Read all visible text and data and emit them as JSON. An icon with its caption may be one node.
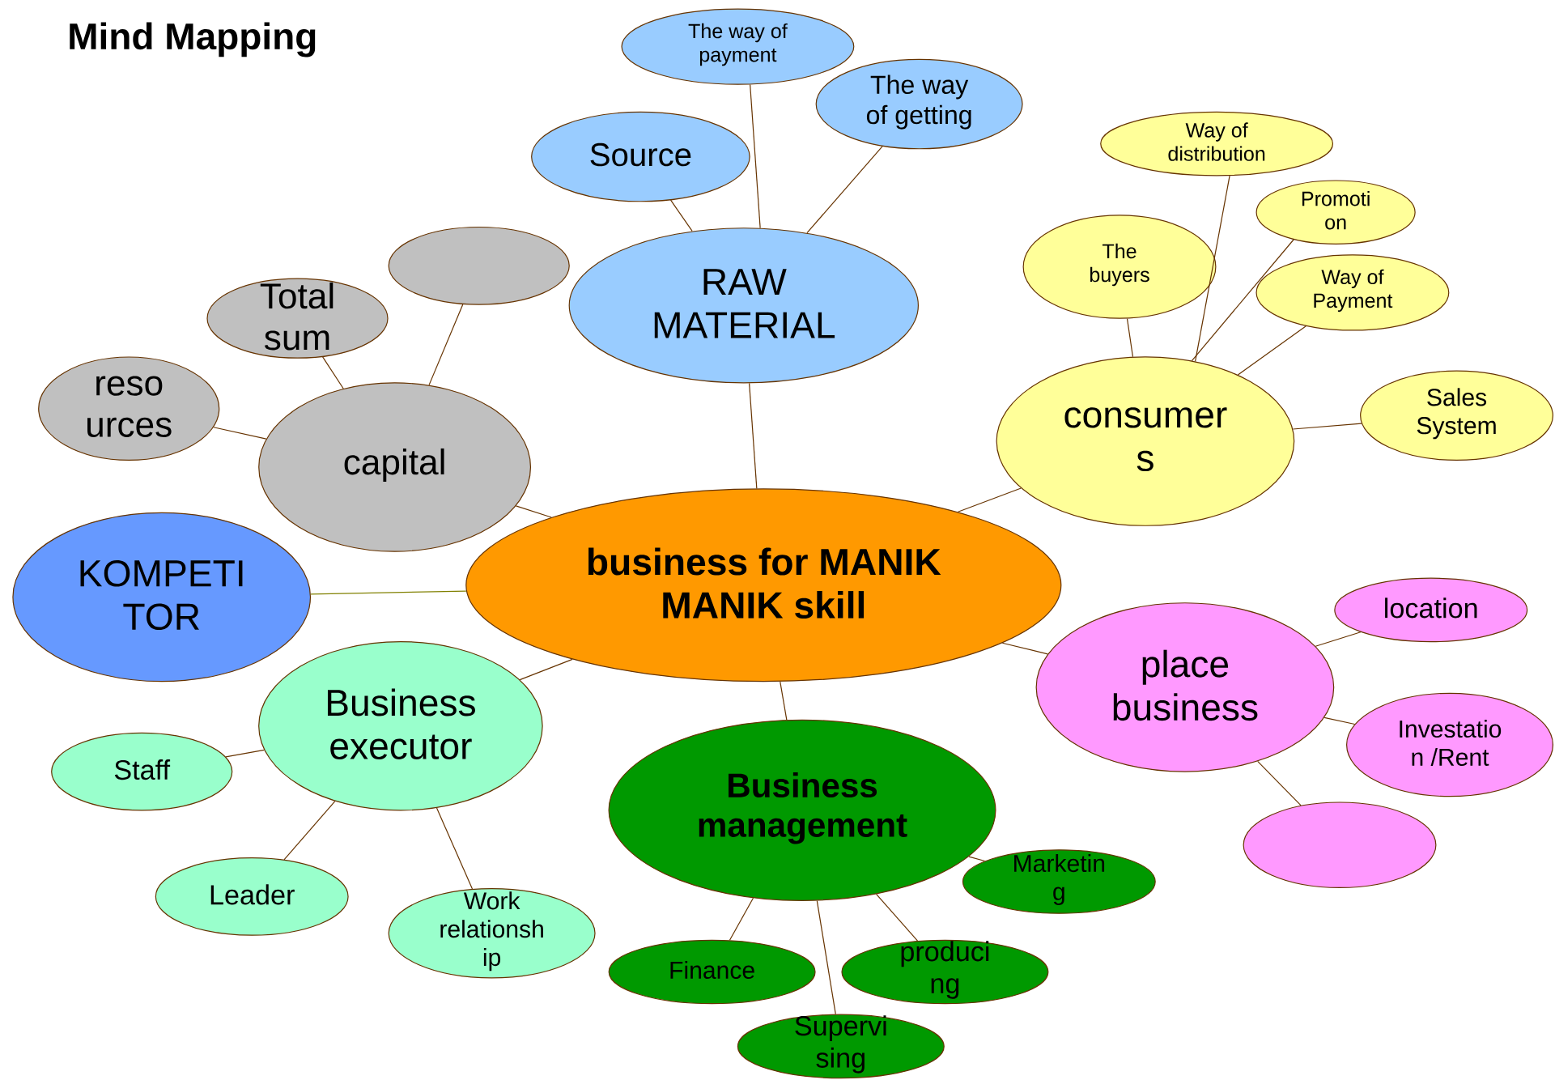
{
  "diagram": {
    "title": "Mind Mapping",
    "nodes": [
      {
        "text": [
          "business for MANIK MANIK skill"
        ]
      },
      {
        "text": [
          "RAW MATERIAL"
        ]
      },
      {
        "text": [
          "Source"
        ]
      },
      {
        "text": [
          "The way of payment"
        ]
      },
      {
        "text": [
          "The way of getting"
        ]
      },
      {
        "text": [
          "capital"
        ]
      },
      {
        "text": [
          "Total sum"
        ]
      },
      {
        "text": [],
        "shape": "ellipse"
      },
      {
        "text": [
          "reso urces"
        ]
      },
      {
        "text": [
          "consumer s"
        ]
      },
      {
        "text": [
          "The buyers"
        ]
      },
      {
        "text": [
          "Way of distribution"
        ]
      },
      {
        "text": [
          "Promoti on"
        ]
      },
      {
        "text": [
          "Way of Payment"
        ]
      },
      {
        "text": [
          "Sales System"
        ]
      },
      {
        "text": [
          "KOMPETI TOR"
        ]
      },
      {
        "text": [
          "Business executor"
        ]
      },
      {
        "text": [
          "Staff"
        ]
      },
      {
        "text": [
          "Leader"
        ]
      },
      {
        "text": [
          "Work relationsh ip"
        ]
      },
      {
        "text": [
          "place business"
        ]
      },
      {
        "text": [
          "location"
        ]
      },
      {
        "text": [
          "Investatio n /Rent"
        ]
      },
      {
        "text": [],
        "shape": "ellipse"
      },
      {
        "text": [
          "Business management"
        ]
      },
      {
        "text": [
          "Marketin g"
        ]
      },
      {
        "text": [
          "Finance"
        ]
      },
      {
        "text": [
          "produci ng"
        ]
      },
      {
        "text": [
          "Supervi sing"
        ]
      }
    ],
    "edges": [
      {
        "from": 0,
        "to": 1,
        "arrow": "none"
      },
      {
        "from": 1,
        "to": 2,
        "arrow": "none"
      },
      {
        "from": 1,
        "to": 3,
        "arrow": "none"
      },
      {
        "from": 1,
        "to": 4,
        "arrow": "none"
      },
      {
        "from": 0,
        "to": 5,
        "arrow": "none"
      },
      {
        "from": 5,
        "to": 6,
        "arrow": "none"
      },
      {
        "from": 5,
        "to": 7,
        "arrow": "none"
      },
      {
        "from": 5,
        "to": 8,
        "arrow": "none"
      },
      {
        "from": 0,
        "to": 9,
        "arrow": "none"
      },
      {
        "from": 9,
        "to": 10,
        "arrow": "none"
      },
      {
        "from": 9,
        "to": 11,
        "arrow": "none"
      },
      {
        "from": 9,
        "to": 12,
        "arrow": "none"
      },
      {
        "from": 9,
        "to": 13,
        "arrow": "none"
      },
      {
        "from": 9,
        "to": 14,
        "arrow": "none"
      },
      {
        "from": 0,
        "to": 15,
        "arrow": "none",
        "color": "#808000"
      },
      {
        "from": 0,
        "to": 16,
        "arrow": "none"
      },
      {
        "from": 16,
        "to": 17,
        "arrow": "none"
      },
      {
        "from": 16,
        "to": 18,
        "arrow": "none"
      },
      {
        "from": 16,
        "to": 19,
        "arrow": "none"
      },
      {
        "from": 0,
        "to": 20,
        "arrow": "none"
      },
      {
        "from": 20,
        "to": 21,
        "arrow": "none"
      },
      {
        "from": 20,
        "to": 22,
        "arrow": "none"
      },
      {
        "from": 20,
        "to": 23,
        "arrow": "none"
      },
      {
        "from": 0,
        "to": 24,
        "arrow": "none"
      },
      {
        "from": 24,
        "to": 25,
        "arrow": "none"
      },
      {
        "from": 24,
        "to": 26,
        "arrow": "none"
      },
      {
        "from": 24,
        "to": 27,
        "arrow": "none"
      },
      {
        "from": 24,
        "to": 28,
        "arrow": "none"
      }
    ]
  }
}
